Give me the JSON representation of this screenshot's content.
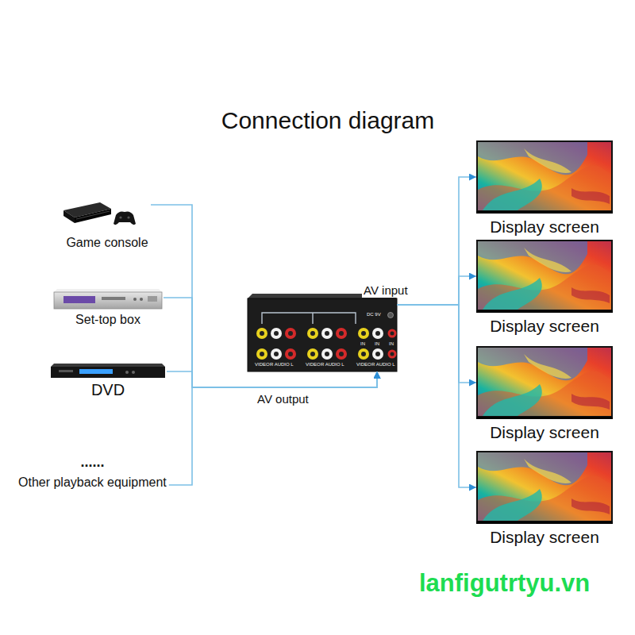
{
  "diagram": {
    "title": "Connection diagram",
    "nodes": [
      {
        "text": [
          "Game console"
        ]
      },
      {
        "text": [
          "Set-top box"
        ]
      },
      {
        "text": [
          "DVD"
        ]
      },
      {
        "text": [
          "......",
          "Other playback equipment"
        ]
      },
      {
        "text": [
          "VIDEO",
          "R AUDIO L",
          "VIDEO",
          "R AUDIO L",
          "VIDEO",
          "R AUDIO L",
          "DC 9V",
          "IN",
          "IN",
          "IN"
        ]
      },
      {
        "text": [
          "Display screen"
        ]
      },
      {
        "text": [
          "Display screen"
        ]
      },
      {
        "text": [
          "Display screen"
        ]
      },
      {
        "text": [
          "Display screen"
        ]
      }
    ],
    "edges": [
      {
        "from": 0,
        "to": 4,
        "arrow": "to"
      },
      {
        "from": 1,
        "to": 4,
        "arrow": "to"
      },
      {
        "from": 2,
        "to": 4,
        "arrow": "to",
        "label": "AV output"
      },
      {
        "from": 3,
        "to": 4,
        "arrow": "to"
      },
      {
        "from": 4,
        "to": 5,
        "arrow": "to",
        "label": "AV input"
      },
      {
        "from": 4,
        "to": 6,
        "arrow": "to"
      },
      {
        "from": 4,
        "to": 7,
        "arrow": "to"
      },
      {
        "from": 4,
        "to": 8,
        "arrow": "to"
      }
    ],
    "labels": [
      "lanfigutrtyu.vn"
    ]
  }
}
